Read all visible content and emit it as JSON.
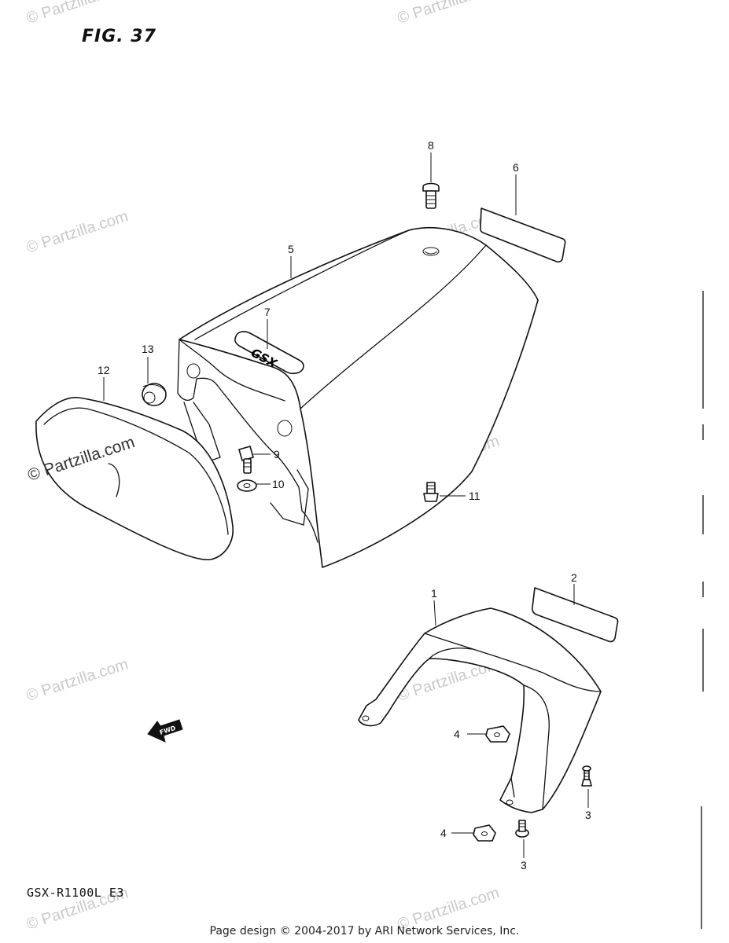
{
  "figure_label": "FIG. 37",
  "model_code": "GSX-R1100L E3",
  "footer": "Page design © 2004-2017 by ARI Network Services, Inc.",
  "fwd_label": "FWD",
  "emblem_text": "GSX",
  "watermark_text": "© Partzilla.com",
  "callouts": {
    "n1": "1",
    "n2": "2",
    "n3a": "3",
    "n3b": "3",
    "n4a": "4",
    "n4b": "4",
    "n5": "5",
    "n6": "6",
    "n7": "7",
    "n8": "8",
    "n9": "9",
    "n10": "10",
    "n11": "11",
    "n12": "12",
    "n13": "13"
  }
}
